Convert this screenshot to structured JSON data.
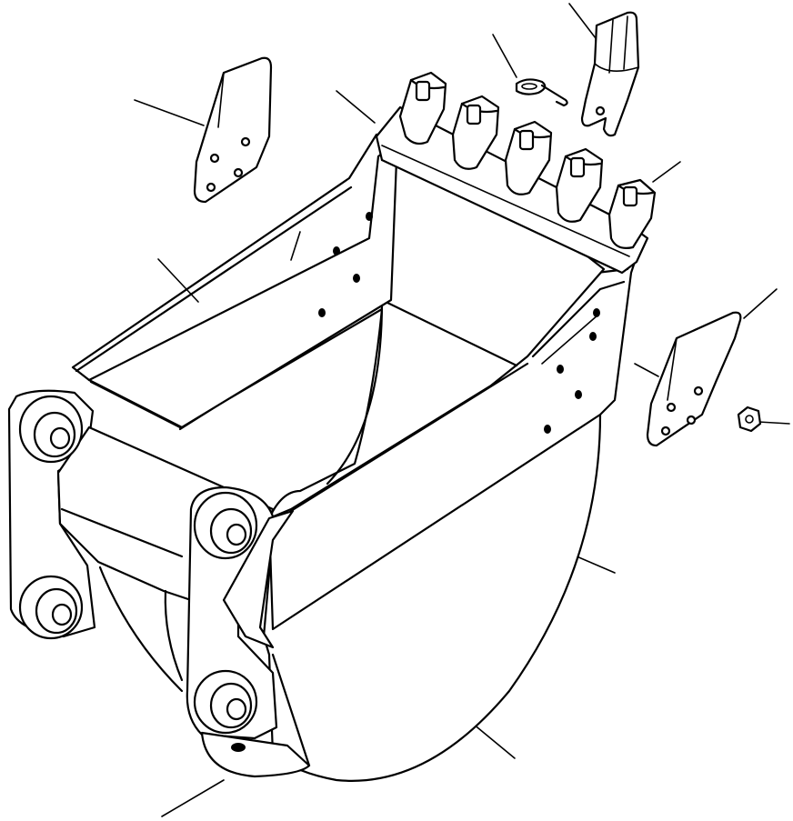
{
  "diagram": {
    "type": "exploded-parts-drawing",
    "subject": "excavator-bucket",
    "background_color": "#ffffff",
    "line_color": "#000000",
    "part_count": 10,
    "tooth_count": 5
  }
}
